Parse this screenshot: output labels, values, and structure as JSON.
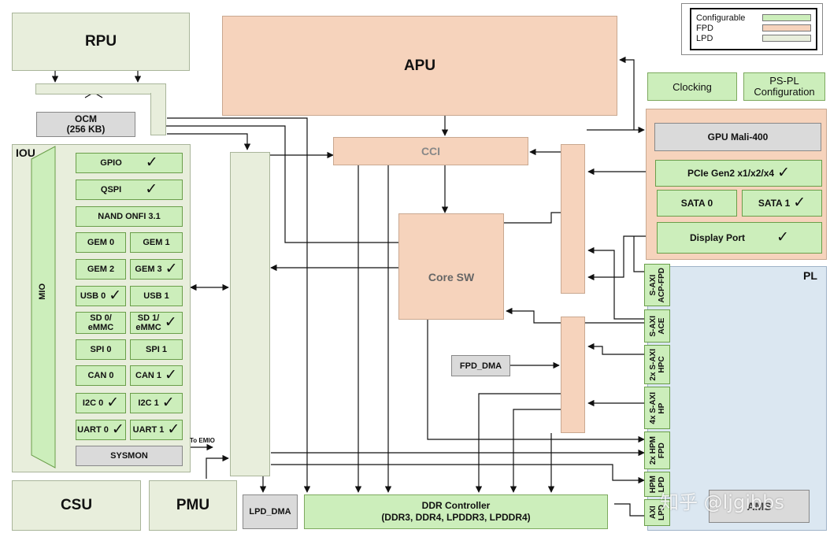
{
  "legend": {
    "items": [
      {
        "label": "Configurable",
        "color": "#cceebb"
      },
      {
        "label": "FPD",
        "color": "#f6d3bc"
      },
      {
        "label": "LPD",
        "color": "#e8eedc"
      }
    ]
  },
  "blocks": {
    "rpu": "RPU",
    "apu": "APU",
    "ocm_line1": "OCM",
    "ocm_line2": "(256 KB)",
    "clocking": "Clocking",
    "pspl_line1": "PS-PL",
    "pspl_line2": "Configuration",
    "cci": "CCI",
    "core_sw": "Core SW",
    "fpd_dma": "FPD_DMA",
    "lpd_dma": "LPD_DMA",
    "csu": "CSU",
    "pmu": "PMU",
    "ddr_line1": "DDR Controller",
    "ddr_line2": "(DDR3, DDR4, LPDDR3, LPDDR4)",
    "pl": "PL",
    "ams": "AMS"
  },
  "gpu_area": {
    "gpu": "GPU Mali-400",
    "pcie": "PCIe Gen2 x1/x2/x4",
    "sata0": "SATA 0",
    "sata1": "SATA 1",
    "dp": "Display Port"
  },
  "check_glyph": "✓",
  "iou": {
    "title": "IOU",
    "mio": "MIO",
    "to_emio": "To EMIO",
    "gpio": "GPIO",
    "qspi": "QSPI",
    "nand": "NAND ONFI 3.1",
    "gem0": "GEM 0",
    "gem1": "GEM 1",
    "gem2": "GEM 2",
    "gem3": "GEM 3",
    "usb0": "USB 0",
    "usb1": "USB 1",
    "sd0_l1": "SD 0/",
    "sd0_l2": "eMMC",
    "sd1_l1": "SD 1/",
    "sd1_l2": "eMMC",
    "spi0": "SPI 0",
    "spi1": "SPI 1",
    "can0": "CAN 0",
    "can1": "CAN 1",
    "i2c0": "I2C 0",
    "i2c1": "I2C 1",
    "uart0": "UART 0",
    "uart1": "UART 1",
    "sysmon": "SYSMON"
  },
  "pl_ports": {
    "acp_fpd_l1": "S-AXI",
    "acp_fpd_l2": "ACP-FPD",
    "ace_l1": "S-AXI",
    "ace_l2": "ACE",
    "hpc_l1": "2x S-AXI",
    "hpc_l2": "HPC",
    "hp_l1": "4x S-AXI",
    "hp_l2": "HP",
    "hpm_fpd_l1": "2x HPM",
    "hpm_fpd_l2": "FPD",
    "hpm_lpd_l1": "HPM",
    "hpm_lpd_l2": "LPD",
    "axi_lpd_l1": "AXI",
    "axi_lpd_l2": "LPD"
  },
  "watermark": "知乎 @ljgibbs"
}
